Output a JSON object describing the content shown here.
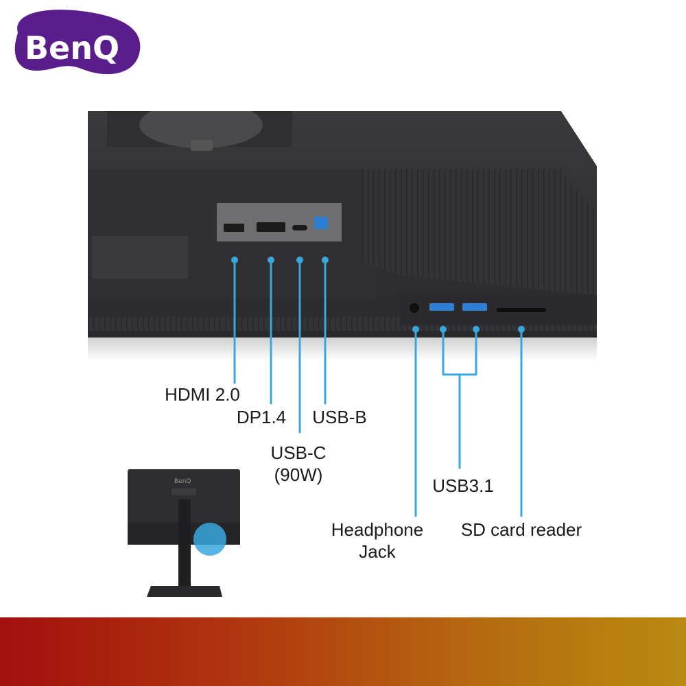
{
  "brand": {
    "name": "BenQ",
    "logo_color": "#5a1e8c"
  },
  "accent_color": "#3aa6dc",
  "ports": {
    "hdmi": "HDMI 2.0",
    "dp": "DP1.4",
    "usbb": "USB-B",
    "usbc_line1": "USB-C",
    "usbc_line2": "(90W)",
    "usb31": "USB3.1",
    "headphone_line1": "Headphone",
    "headphone_line2": "Jack",
    "sd": "SD card reader"
  },
  "mini_monitor": {
    "brand_text": "BenQ"
  }
}
